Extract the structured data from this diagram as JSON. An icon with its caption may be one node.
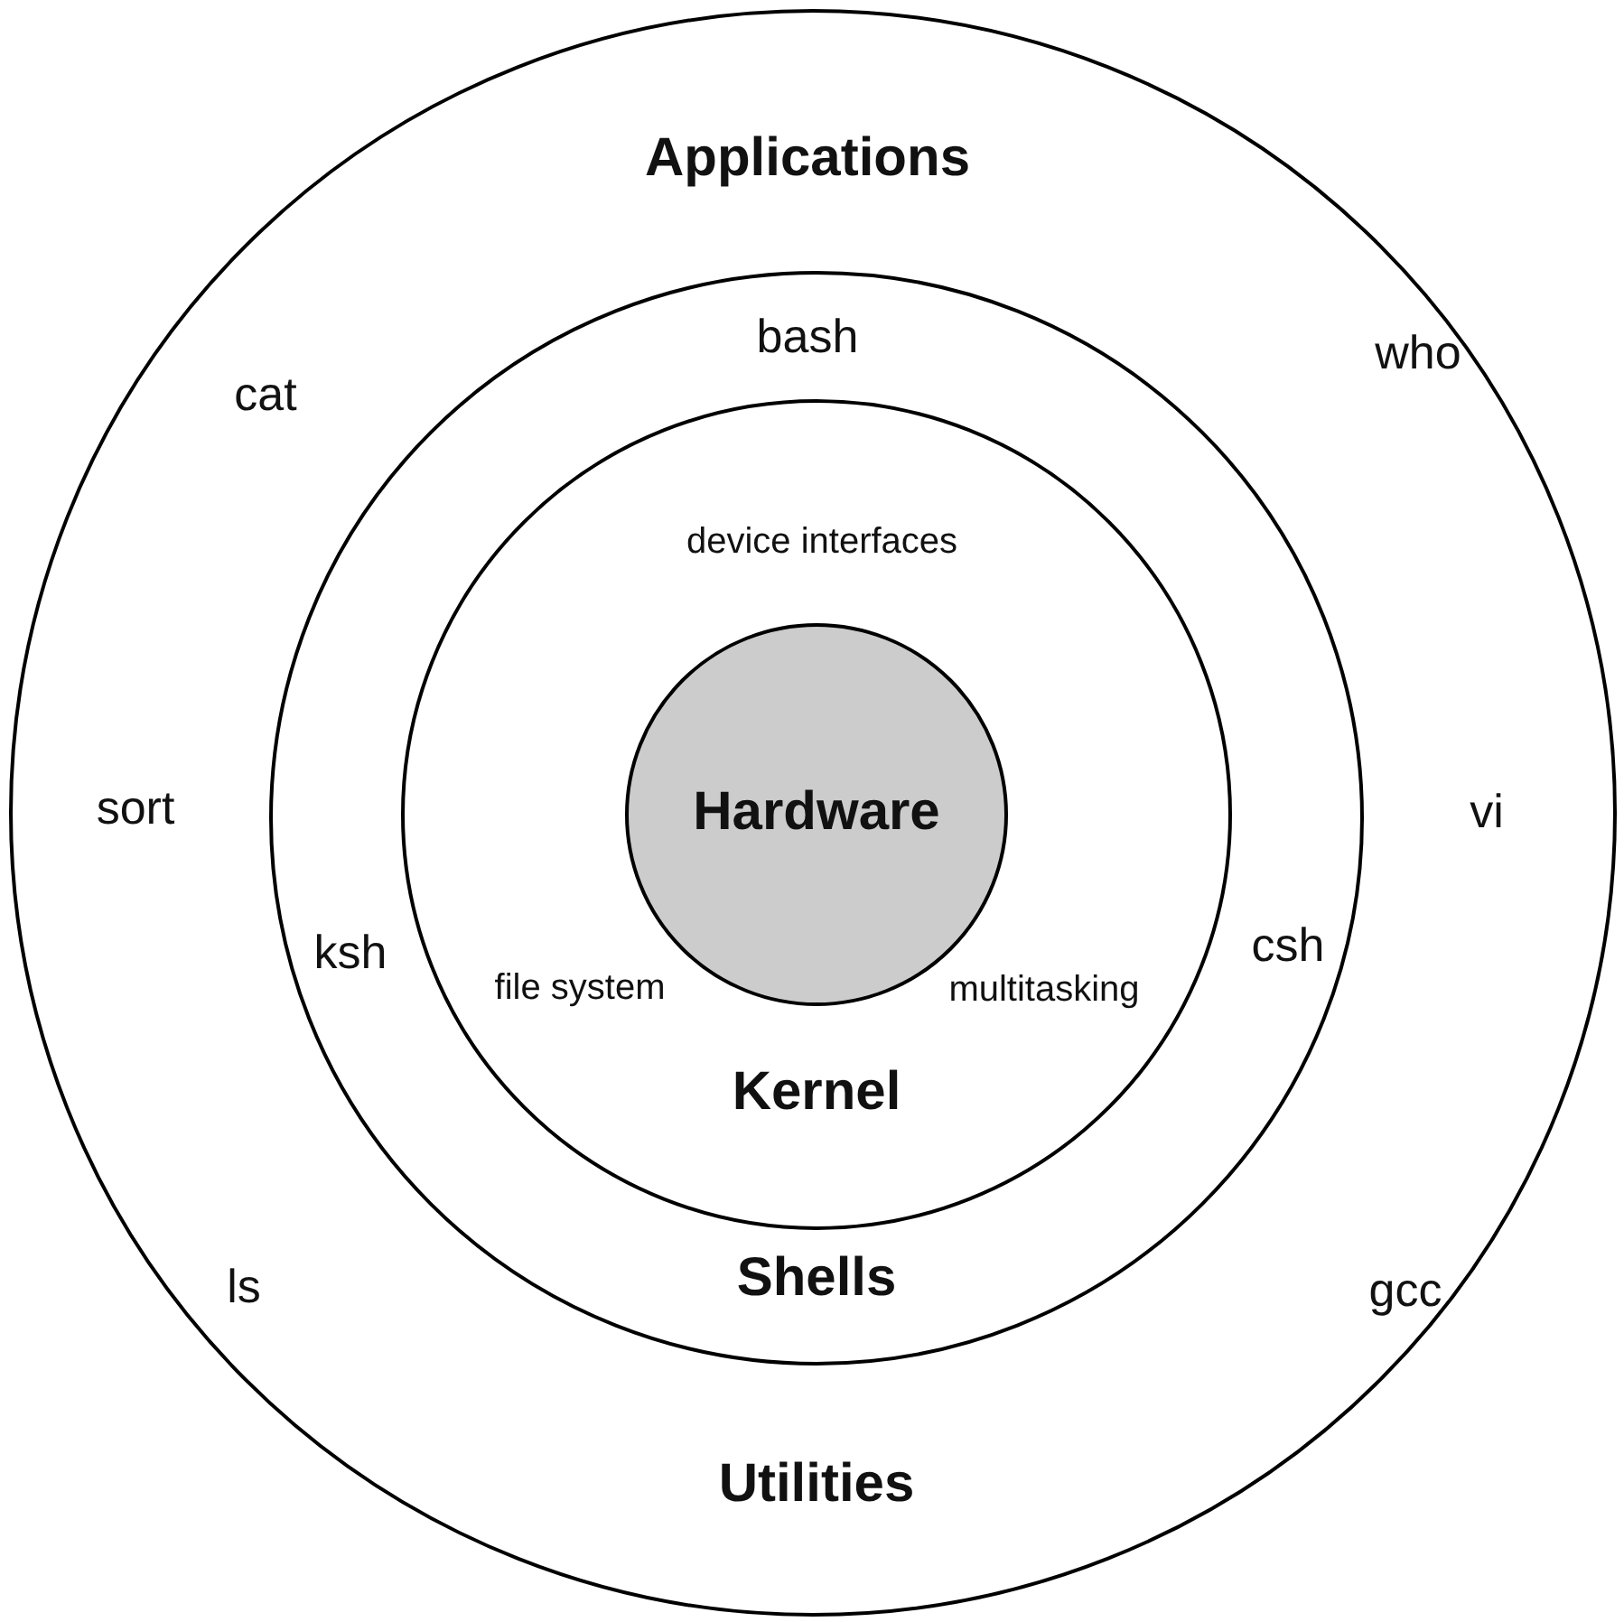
{
  "diagram": {
    "nodes": [
      {
        "text": [
          "Applications",
          "cat",
          "who",
          "sort",
          "vi",
          "ls",
          "gcc",
          "Utilities"
        ]
      },
      {
        "text": [
          "bash",
          "ksh",
          "csh",
          "Shells"
        ],
        "in": 0
      },
      {
        "text": [
          "device interfaces",
          "file system",
          "multitasking",
          "Kernel"
        ],
        "in": 1
      },
      {
        "text": [
          "Hardware"
        ],
        "in": 2
      }
    ]
  }
}
